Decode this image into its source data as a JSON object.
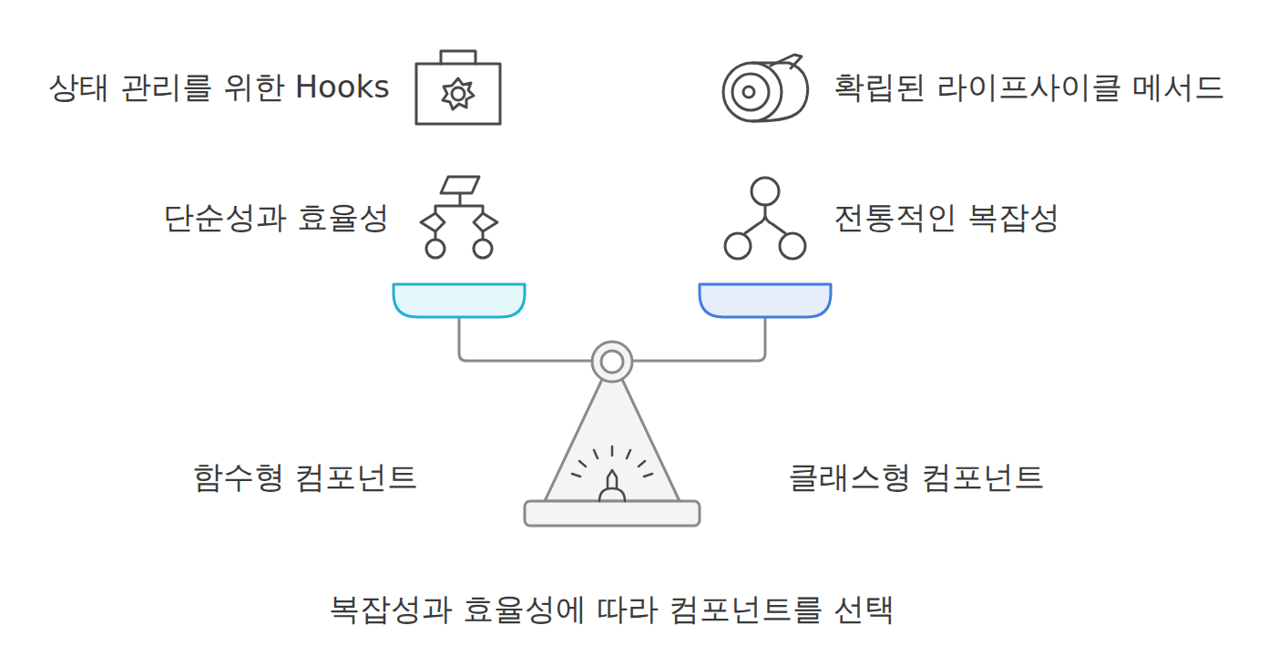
{
  "diagram": {
    "caption": "복잡성과 효율성에 따라 컴포넌트를 선택",
    "labels": [
      "상태 관리를 위한 Hooks",
      "확립된 라이프사이클 메서드",
      "단순성과 효율성",
      "전통적인 복잡성",
      "함수형 컴포넌트",
      "클래스형 컴포넌트"
    ]
  }
}
